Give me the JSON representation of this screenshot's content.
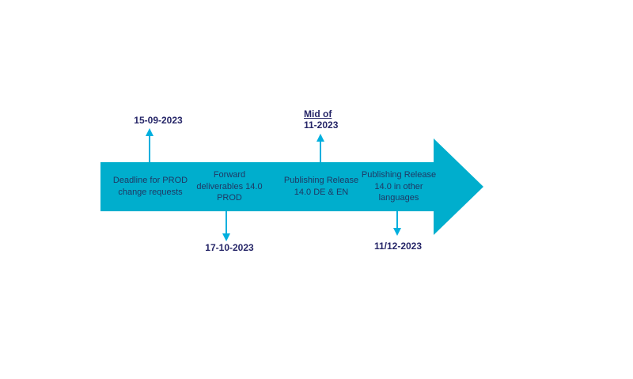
{
  "colors": {
    "arrow_fill": "#00AECD",
    "connector": "#00AFDE",
    "label_text": "#1F3864",
    "date_text": "#262668",
    "background": "#FFFFFF"
  },
  "milestones": [
    {
      "label": "Deadline for PROD\nchange requests",
      "date": "15-09-2023",
      "date_position": "above"
    },
    {
      "label": "Forward\ndeliverables 14.0\nPROD",
      "date": "17-10-2023",
      "date_position": "below"
    },
    {
      "label": "Publishing Release\n14.0 DE & EN",
      "date_line1": "Mid of",
      "date_line2": "11-2023",
      "date_position": "above"
    },
    {
      "label": "Publishing Release\n14.0 in other\nlanguages",
      "date": "11/12-2023",
      "date_position": "below"
    }
  ]
}
